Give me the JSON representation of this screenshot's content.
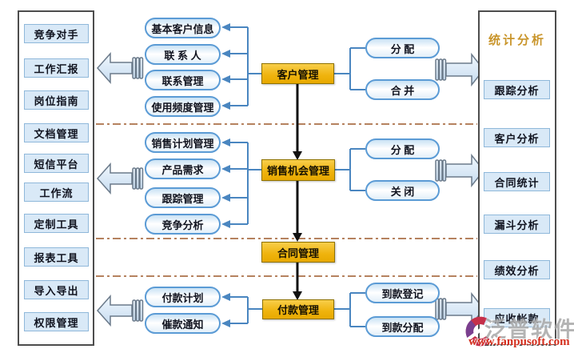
{
  "left_panel": {
    "items": [
      "竞争对手",
      "工作汇报",
      "岗位指南",
      "文档管理",
      "短信平台",
      "工作流",
      "定制工具",
      "报表工具",
      "导入导出",
      "权限管理"
    ]
  },
  "right_panel": {
    "title": "统计分析",
    "items": [
      "跟踪分析",
      "客户分析",
      "合同统计",
      "漏斗分析",
      "绩效分析",
      "应收帐款"
    ]
  },
  "flow": {
    "customer": {
      "main": "客户管理",
      "subs": [
        "基本客户信息",
        "联 系 人",
        "联系管理",
        "使用频度管理"
      ],
      "actions": [
        "分  配",
        "合  并"
      ]
    },
    "sales": {
      "main": "销售机会管理",
      "subs": [
        "销售计划管理",
        "产品需求",
        "跟踪管理",
        "竞争分析"
      ],
      "actions": [
        "分  配",
        "关  闭"
      ]
    },
    "contract": {
      "main": "合同管理"
    },
    "payment": {
      "main": "付款管理",
      "subs": [
        "付款计划",
        "催款通知"
      ],
      "actions": [
        "到款登记",
        "到款分配"
      ]
    }
  },
  "watermark": {
    "brand": "泛普软件",
    "url": "www.fanpusoft.com"
  },
  "colors": {
    "main_box_yellow": "#EFB30D",
    "panel_box_blue": "#D9E9F7",
    "rounded_box_border": "#5B9BD5",
    "connector_blue": "#4A86C0",
    "flow_arrow_black": "#111111",
    "separator_dash": "#B5825F",
    "stats_title_gold": "#C9952B",
    "watermark_red": "#D42F1E"
  }
}
